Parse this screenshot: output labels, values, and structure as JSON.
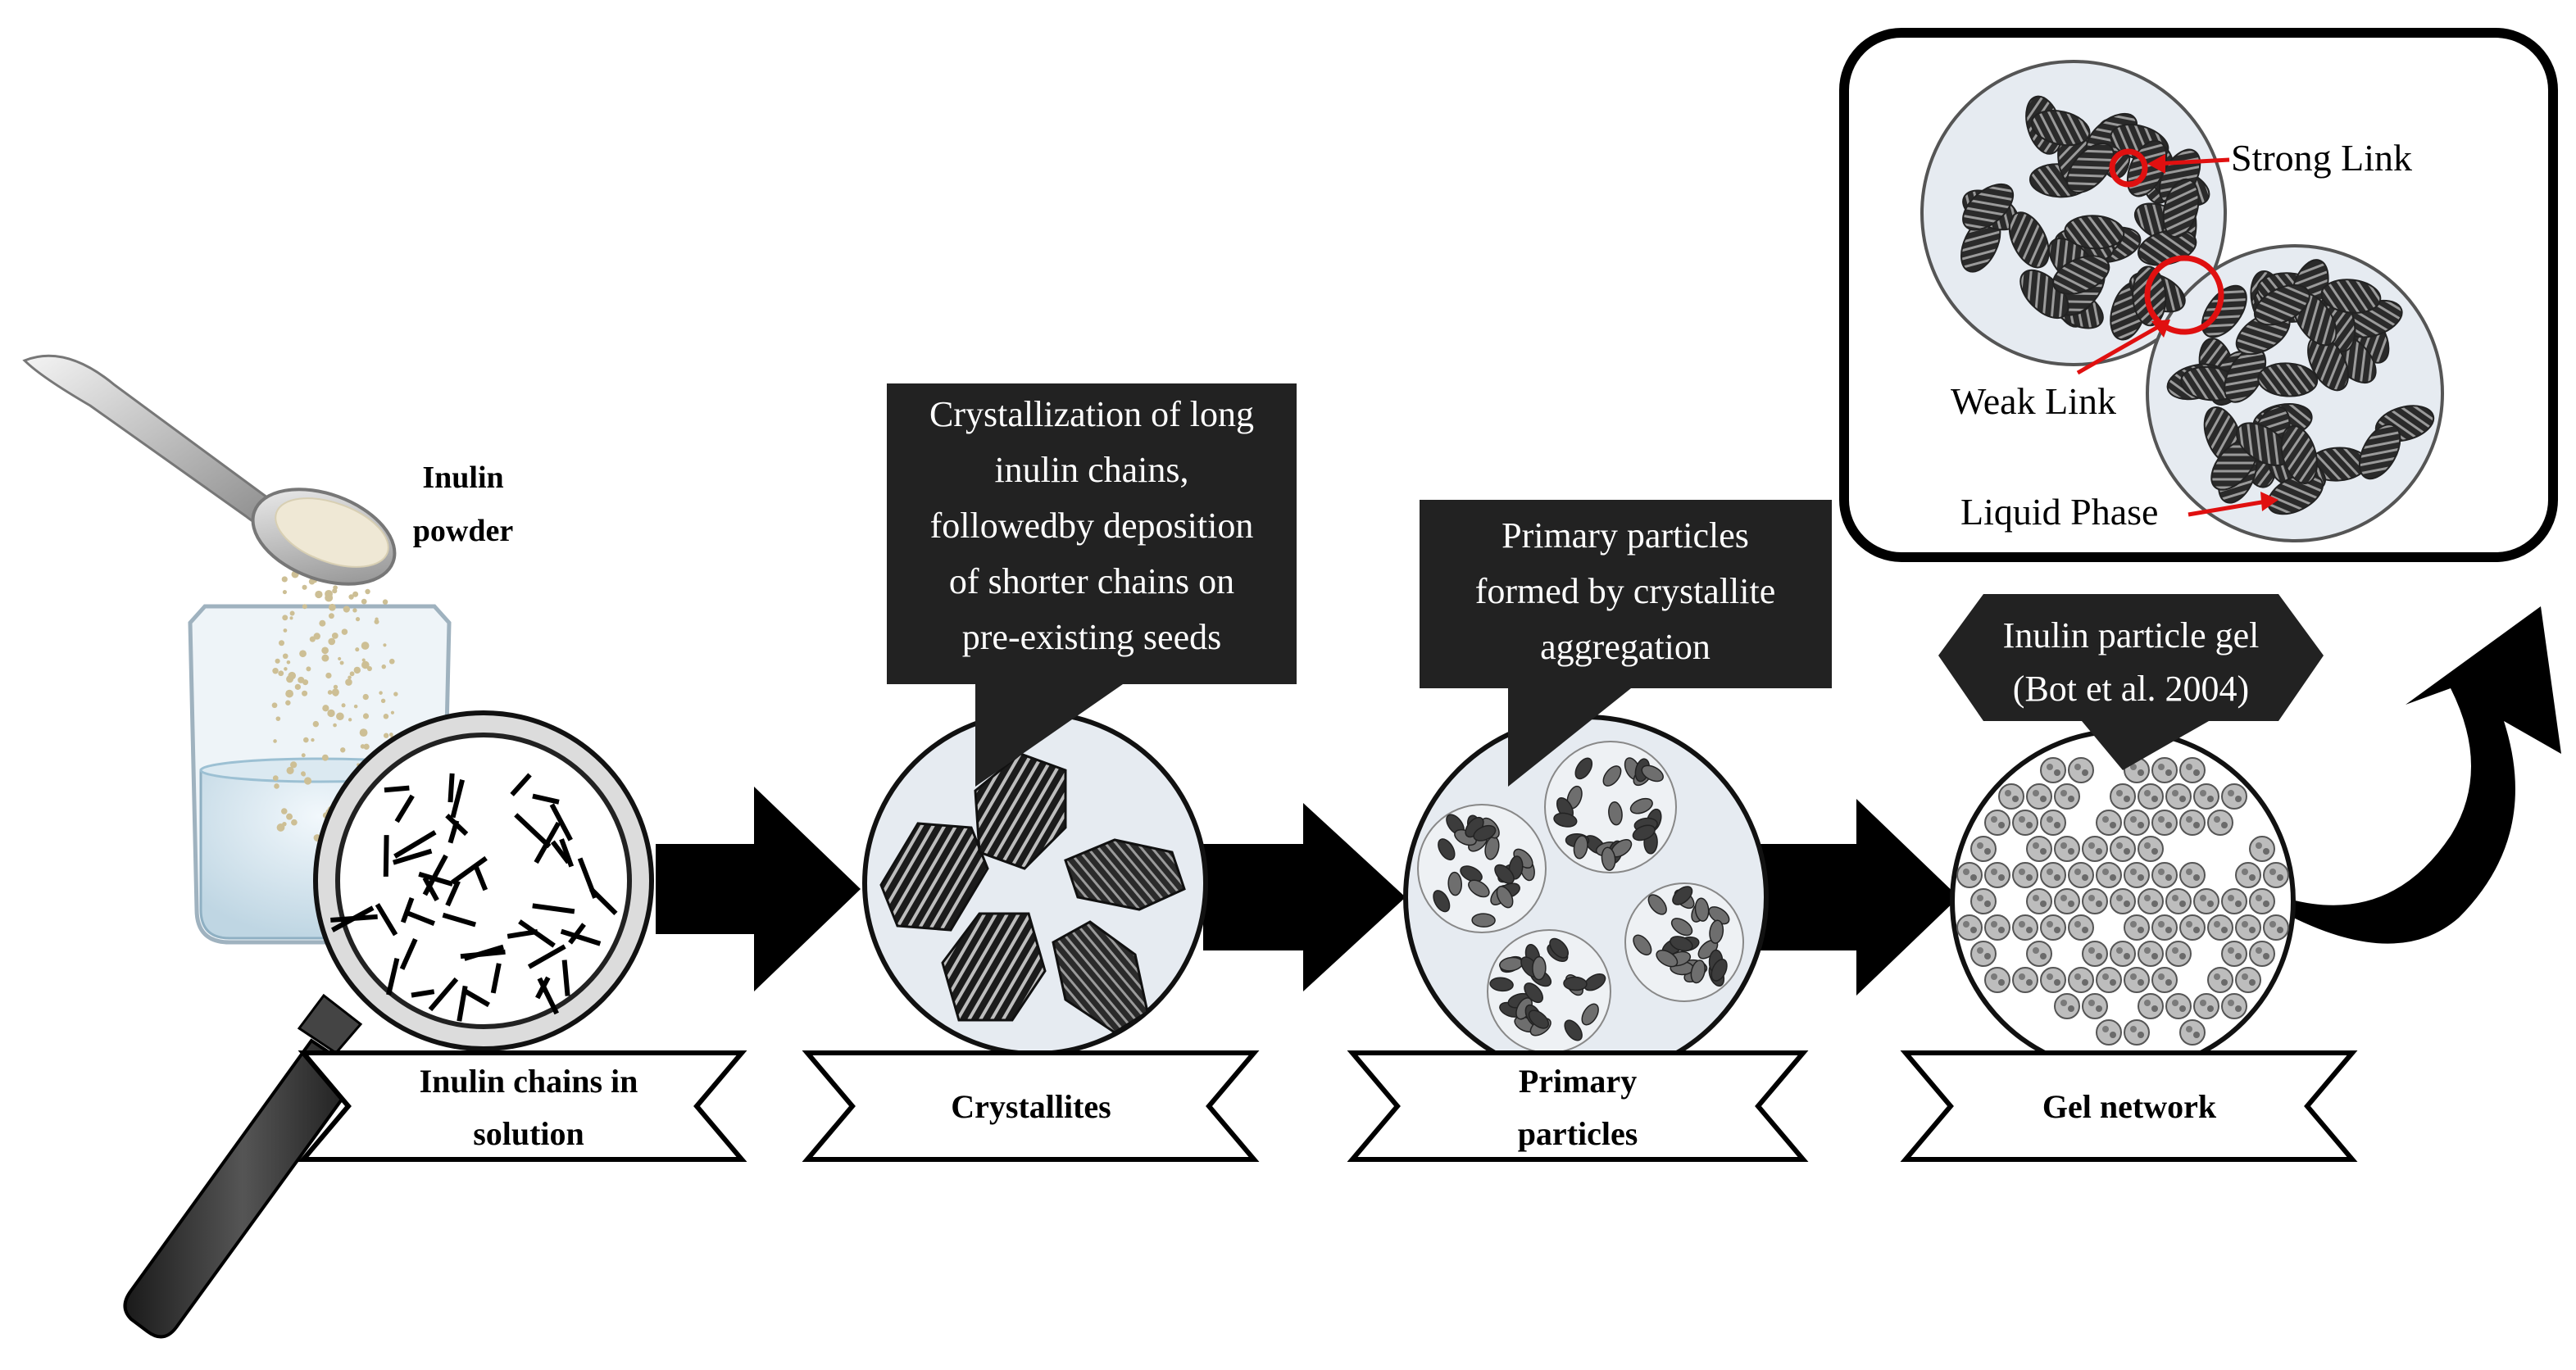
{
  "powder": {
    "label_line1": "Inulin",
    "label_line2": "powder"
  },
  "stages": [
    {
      "id": "solution",
      "label_lines": [
        "Inulin chains in",
        "solution"
      ]
    },
    {
      "id": "crystallites",
      "label_lines": [
        "Crystallites"
      ]
    },
    {
      "id": "primary",
      "label_lines": [
        "Primary",
        "particles"
      ]
    },
    {
      "id": "gel",
      "label_lines": [
        "Gel network"
      ]
    }
  ],
  "callouts": {
    "crystallization": [
      "Crystallization of long",
      "inulin chains,",
      "followedby deposition",
      "of shorter chains on",
      "pre-existing seeds"
    ],
    "primary": [
      "Primary particles",
      "formed by crystallite",
      "aggregation"
    ],
    "gel": [
      "Inulin particle gel",
      "(Bot et al. 2004)"
    ]
  },
  "inset": {
    "strong_link": "Strong Link",
    "weak_link": "Weak Link",
    "liquid_phase": "Liquid Phase"
  },
  "colors": {
    "dark_box": "#222222",
    "circle_fill": "#e6ebf1",
    "accent_red": "#e01010",
    "arrow": "#000000",
    "particle_dark": "#3c3c3c",
    "particle_mid": "#6e6e6e"
  }
}
